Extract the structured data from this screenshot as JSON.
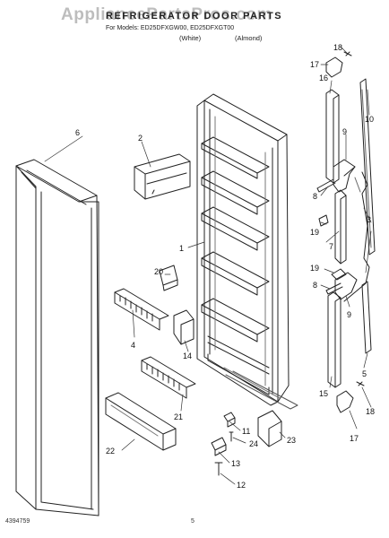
{
  "watermark": "AppliancePartsPros.com",
  "header": {
    "title": "REFRIGERATOR DOOR PARTS",
    "models": "For Models: ED25DFXGW00, ED25DFXGT00",
    "variant_1": "(White)",
    "variant_2": "(Almond)"
  },
  "footer": {
    "figure_code": "4394759",
    "page_number": "5"
  },
  "callouts": [
    {
      "id": "c1",
      "label": "1"
    },
    {
      "id": "c2",
      "label": "2"
    },
    {
      "id": "c3",
      "label": "3"
    },
    {
      "id": "c4",
      "label": "4"
    },
    {
      "id": "c5",
      "label": "5"
    },
    {
      "id": "c6",
      "label": "6"
    },
    {
      "id": "c7",
      "label": "7"
    },
    {
      "id": "c8a",
      "label": "8"
    },
    {
      "id": "c8b",
      "label": "8"
    },
    {
      "id": "c9a",
      "label": "9"
    },
    {
      "id": "c9b",
      "label": "9"
    },
    {
      "id": "c10",
      "label": "10"
    },
    {
      "id": "c11",
      "label": "11"
    },
    {
      "id": "c12",
      "label": "12"
    },
    {
      "id": "c13",
      "label": "13"
    },
    {
      "id": "c14",
      "label": "14"
    },
    {
      "id": "c15",
      "label": "15"
    },
    {
      "id": "c16",
      "label": "16"
    },
    {
      "id": "c17a",
      "label": "17"
    },
    {
      "id": "c17b",
      "label": "17"
    },
    {
      "id": "c18a",
      "label": "18"
    },
    {
      "id": "c18b",
      "label": "18"
    },
    {
      "id": "c19a",
      "label": "19"
    },
    {
      "id": "c19b",
      "label": "19"
    },
    {
      "id": "c20",
      "label": "20"
    },
    {
      "id": "c21",
      "label": "21"
    },
    {
      "id": "c22",
      "label": "22"
    },
    {
      "id": "c23",
      "label": "23"
    },
    {
      "id": "c24",
      "label": "24"
    }
  ]
}
